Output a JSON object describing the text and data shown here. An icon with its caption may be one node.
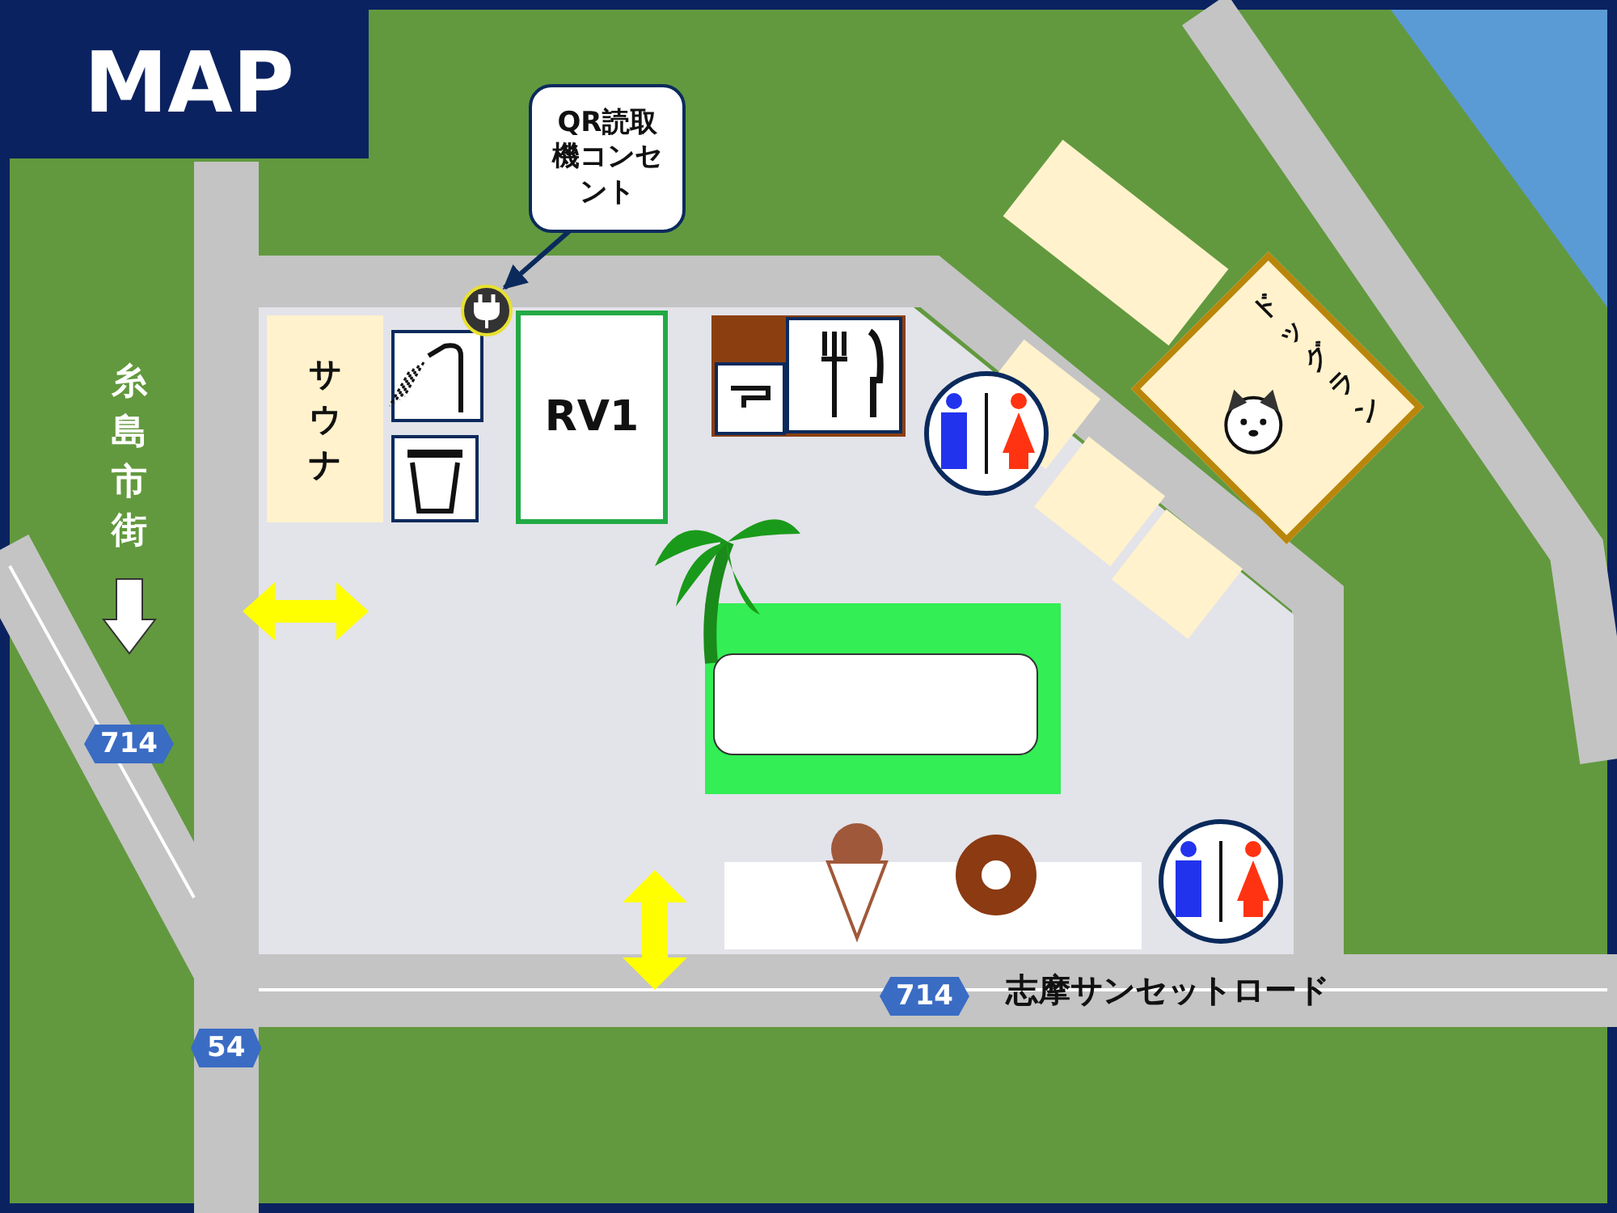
{
  "diagram": {
    "title": "MAP",
    "nodes": [
      {
        "text": [
          "QR読取機コンセント"
        ]
      },
      {
        "text": [],
        "shape": "picture"
      },
      {
        "text": [
          "サウナ"
        ]
      },
      {
        "text": [
          "RV1"
        ]
      },
      {
        "text": [],
        "shape": "box"
      },
      {
        "text": [
          "ドッグラン"
        ]
      }
    ],
    "edges": [
      {
        "from": 0,
        "to": 1,
        "arrow": "to"
      }
    ],
    "labels": [
      "糸島市街",
      "714",
      "714",
      "志摩サンセットロード",
      "54"
    ]
  }
}
